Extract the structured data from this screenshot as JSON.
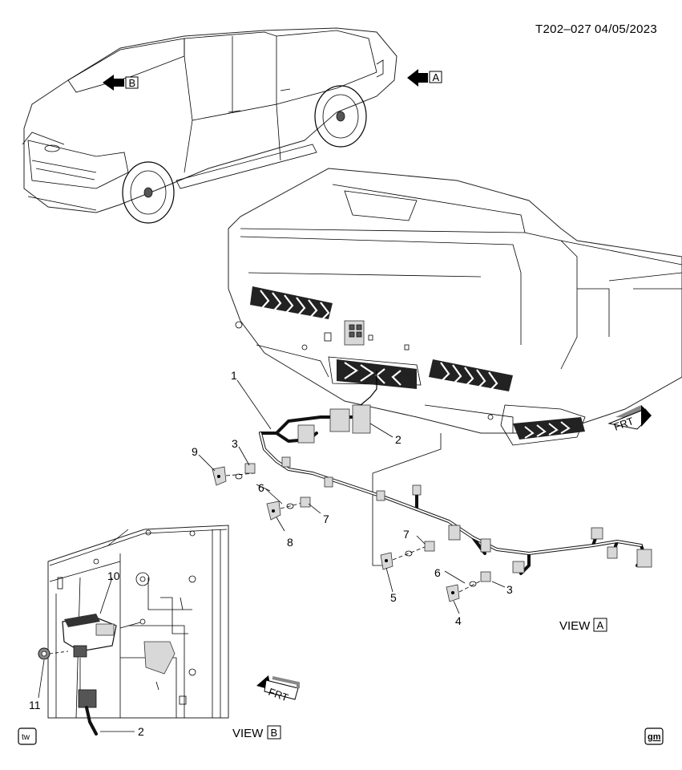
{
  "header": {
    "doc_id": "T202–027",
    "date": "04/05/2023"
  },
  "view_refs": {
    "a": "A",
    "b": "B"
  },
  "views": {
    "a_prefix": "VIEW",
    "a_box": "A",
    "b_prefix": "VIEW",
    "b_box": "B"
  },
  "front_marker": "FRT",
  "callouts": {
    "c1": "1",
    "c2": "2",
    "c3a": "3",
    "c3b": "3",
    "c4": "4",
    "c5": "5",
    "c6a": "6",
    "c6b": "6",
    "c7a": "7",
    "c7b": "7",
    "c8": "8",
    "c9": "9",
    "c10": "10",
    "c11": "11",
    "c2b": "2"
  },
  "footer": {
    "left_logo": "tw",
    "right_logo": "gm"
  }
}
